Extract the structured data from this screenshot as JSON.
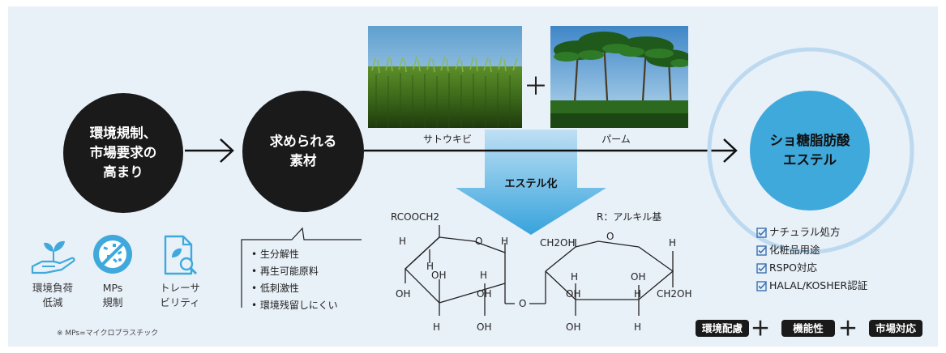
{
  "flow": {
    "circle1": "環境規制、\n市場要求の\n高まり",
    "circle2": "求められる\n素材",
    "circle3": "ショ糖脂肪酸\nエステル"
  },
  "photos": {
    "left_caption": "サトウキビ",
    "right_caption": "パーム",
    "plus": "＋"
  },
  "process_label": "エステル化",
  "properties": [
    "生分解性",
    "再生可能原料",
    "低刺激性",
    "環境残留しにくい"
  ],
  "icons": [
    {
      "label": "環境負荷\n低減",
      "icon": "hand-sprout-icon"
    },
    {
      "label": "MPs\n規制",
      "icon": "microplastics-icon"
    },
    {
      "label": "トレーサ\nビリティ",
      "icon": "document-search-icon"
    }
  ],
  "note": "※ MPs=マイクロプラスチック",
  "chem": {
    "rcooch2": "RCOOCH2",
    "r_def": "R：アルキル基",
    "ch2oh_top": "CH2OH",
    "ch2oh_right": "CH2OH",
    "o": "O",
    "h": "H",
    "oh": "OH"
  },
  "features": [
    "ナチュラル処方",
    "化粧品用途",
    "RSPO対応",
    "HALAL/KOSHER認証"
  ],
  "badges": [
    "環境配慮",
    "機能性",
    "市場対応"
  ],
  "badge_plus": "＋",
  "colors": {
    "panel": "#e8f0f8",
    "dark_circle": "#1a1a1a",
    "accent_blue": "#3fa9dc",
    "ring": "#bcd9ef",
    "check": "#3a6fb0"
  }
}
